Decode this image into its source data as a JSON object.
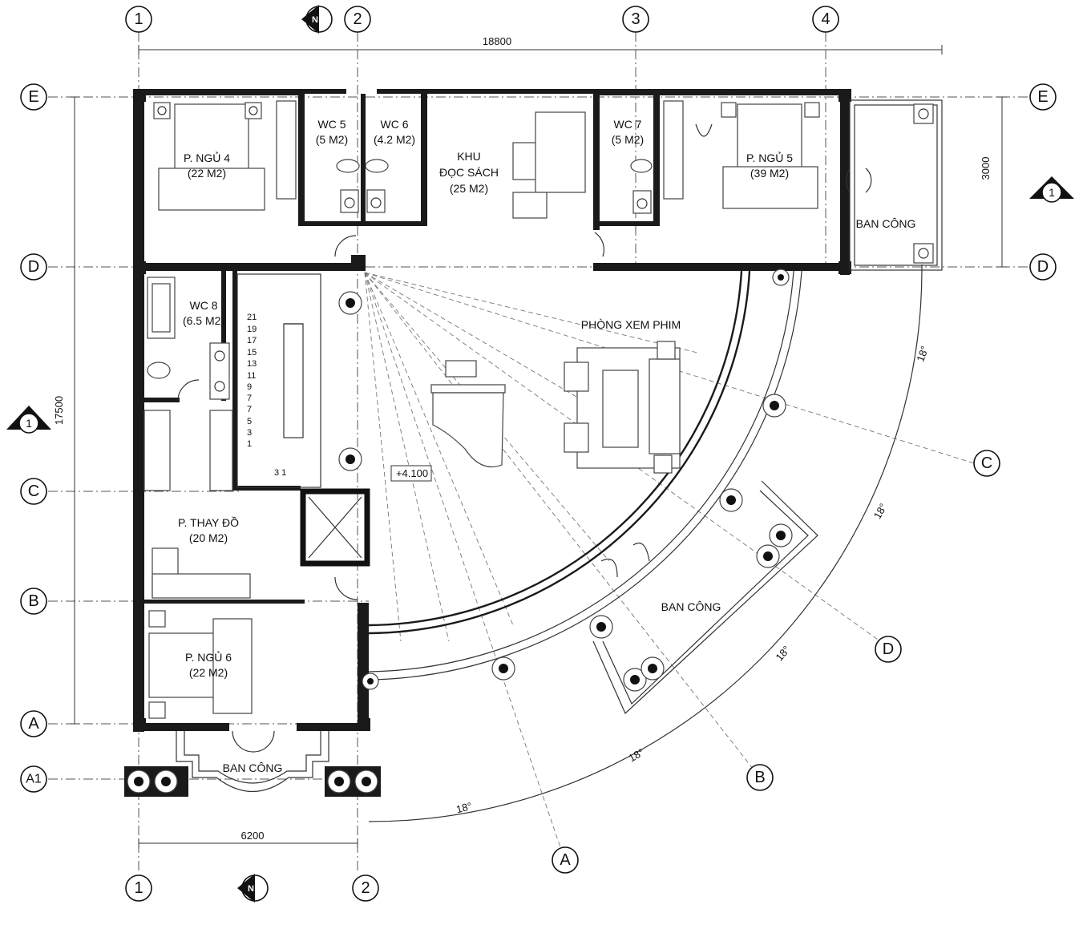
{
  "grid_bubbles": {
    "top": [
      "1",
      "2",
      "3",
      "4"
    ],
    "bottom": [
      "1",
      "2"
    ],
    "left": [
      "E",
      "D",
      "C",
      "B",
      "A",
      "A1"
    ],
    "right": [
      "E",
      "D"
    ],
    "radial": [
      "C",
      "D",
      "B",
      "A"
    ]
  },
  "north_marker": "N",
  "section_marker": "1",
  "dimensions": {
    "overall_width": "18800",
    "overall_depth": "17500",
    "right_balcony_depth": "3000",
    "bottom_width": "6200",
    "angle": "18°"
  },
  "rooms": {
    "bedroom4": {
      "name": "P. NGỦ 4",
      "area": "(22 M2)"
    },
    "wc5": {
      "name": "WC 5",
      "area": "(5 M2)"
    },
    "wc6": {
      "name": "WC 6",
      "area": "(4.2 M2)"
    },
    "reading": {
      "name1": "KHU",
      "name2": "ĐỌC SÁCH",
      "area": "(25 M2)"
    },
    "wc7": {
      "name": "WC 7",
      "area": "(5 M2)"
    },
    "bedroom5": {
      "name": "P. NGỦ 5",
      "area": "(39 M2)"
    },
    "balcony_right": {
      "name": "BAN CÔNG"
    },
    "wc8": {
      "name": "WC 8",
      "area": "(6.5 M2)"
    },
    "cinema": {
      "name": "PHÒNG XEM PHIM"
    },
    "dressing": {
      "name": "P. THAY ĐỒ",
      "area": "(20 M2)"
    },
    "bedroom6": {
      "name": "P. NGỦ 6",
      "area": "(22 M2)"
    },
    "balcony_curved": {
      "name": "BAN CÔNG"
    },
    "balcony_bottom": {
      "name": "BAN CÔNG"
    }
  },
  "level_mark": "+4.100",
  "stair_steps": [
    "21",
    "19",
    "17",
    "15",
    "13",
    "11",
    "9",
    "7",
    "7",
    "5",
    "3",
    "1"
  ],
  "stair_bottom_label": "3 1"
}
